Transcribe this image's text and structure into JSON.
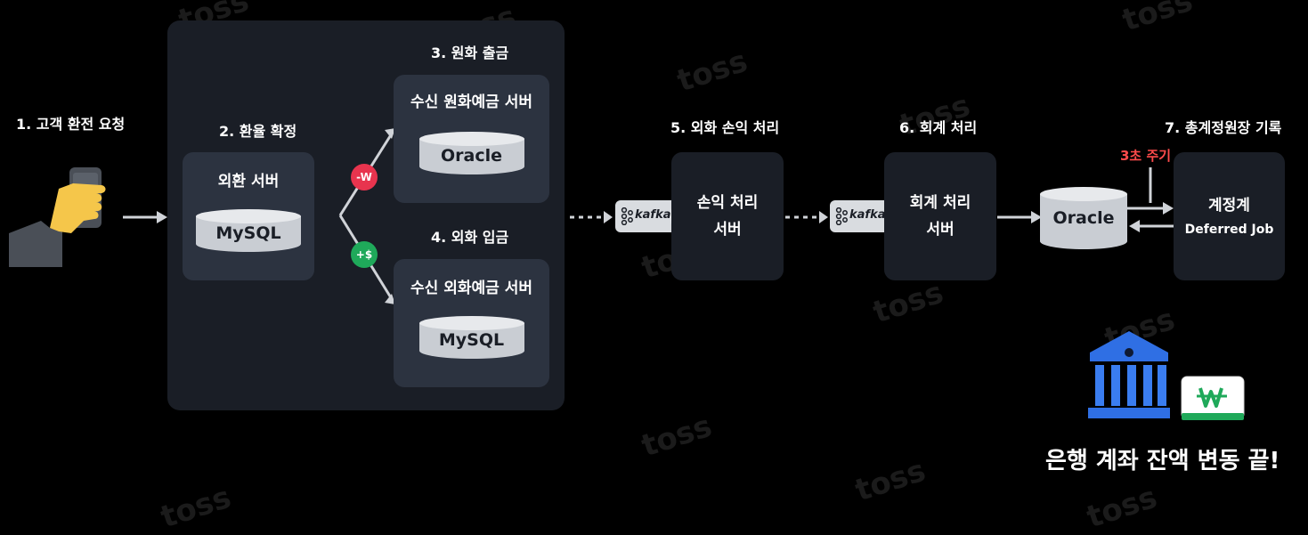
{
  "steps": {
    "s1": "1. 고객 환전 요청",
    "s2": "2. 환율 확정",
    "s3": "3. 원화 출금",
    "s4": "4. 외화 입금",
    "s5": "5. 외화 손익 처리",
    "s6": "6. 회계 처리",
    "s7": "7. 총계정원장 기록"
  },
  "boxes": {
    "exchange_server": "외환 서버",
    "krw_deposit_server": "수신 원화예금 서버",
    "fx_deposit_server": "수신 외화예금 서버",
    "pl_server_line1": "손익 처리",
    "pl_server_line2": "서버",
    "accounting_server_line1": "회계 처리",
    "accounting_server_line2": "서버",
    "ledger_line1": "계정계",
    "ledger_line2": "Deferred Job"
  },
  "databases": {
    "exchange_db": "MySQL",
    "krw_db": "Oracle",
    "fx_db": "MySQL",
    "ledger_db": "Oracle"
  },
  "badges": {
    "withdraw": "-W",
    "deposit": "+$"
  },
  "queues": {
    "kafka1": "kafka",
    "kafka2": "kafka"
  },
  "cycle_label": "3초 주기",
  "result_text": "은행 계좌 잔액 변동 끝!",
  "watermark": "toss",
  "colors": {
    "background": "#000000",
    "panel": "#1a1e26",
    "inner_box": "#2c3340",
    "withdraw_badge": "#e8344e",
    "deposit_badge": "#1fa95a",
    "cycle_label": "#ff4b4b",
    "bank_blue": "#2f6fe4",
    "won_green": "#1fa95a",
    "hand_yellow": "#f5c64a"
  },
  "icons": [
    "phone-hand-icon",
    "bank-building-icon",
    "won-bill-icon",
    "kafka-icon"
  ]
}
